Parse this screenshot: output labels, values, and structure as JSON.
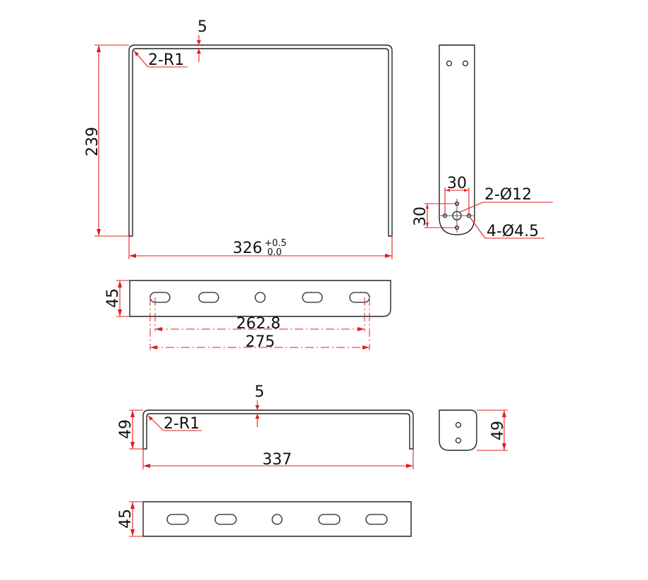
{
  "colors": {
    "outline": "#222222",
    "dimension": "#e02020",
    "text": "#111111"
  },
  "top_view": {
    "thickness_label": "5",
    "radius_label": "2-R1",
    "height_label": "239",
    "width_label": "326",
    "tol_upper": "+0.5",
    "tol_lower": "0.0"
  },
  "side_view": {
    "spacing_label": "30",
    "spacing_v_label": "30",
    "hole_large_label": "2-Ø12",
    "hole_small_label": "4-Ø4.5"
  },
  "slot_view_1": {
    "height_label": "45",
    "inner_span_label": "262.8",
    "outer_span_label": "275"
  },
  "bottom_view": {
    "thickness_label": "5",
    "radius_label": "2-R1",
    "height_label": "49",
    "width_label": "337"
  },
  "end_view": {
    "height_label": "49"
  },
  "slot_view_2": {
    "height_label": "45"
  }
}
